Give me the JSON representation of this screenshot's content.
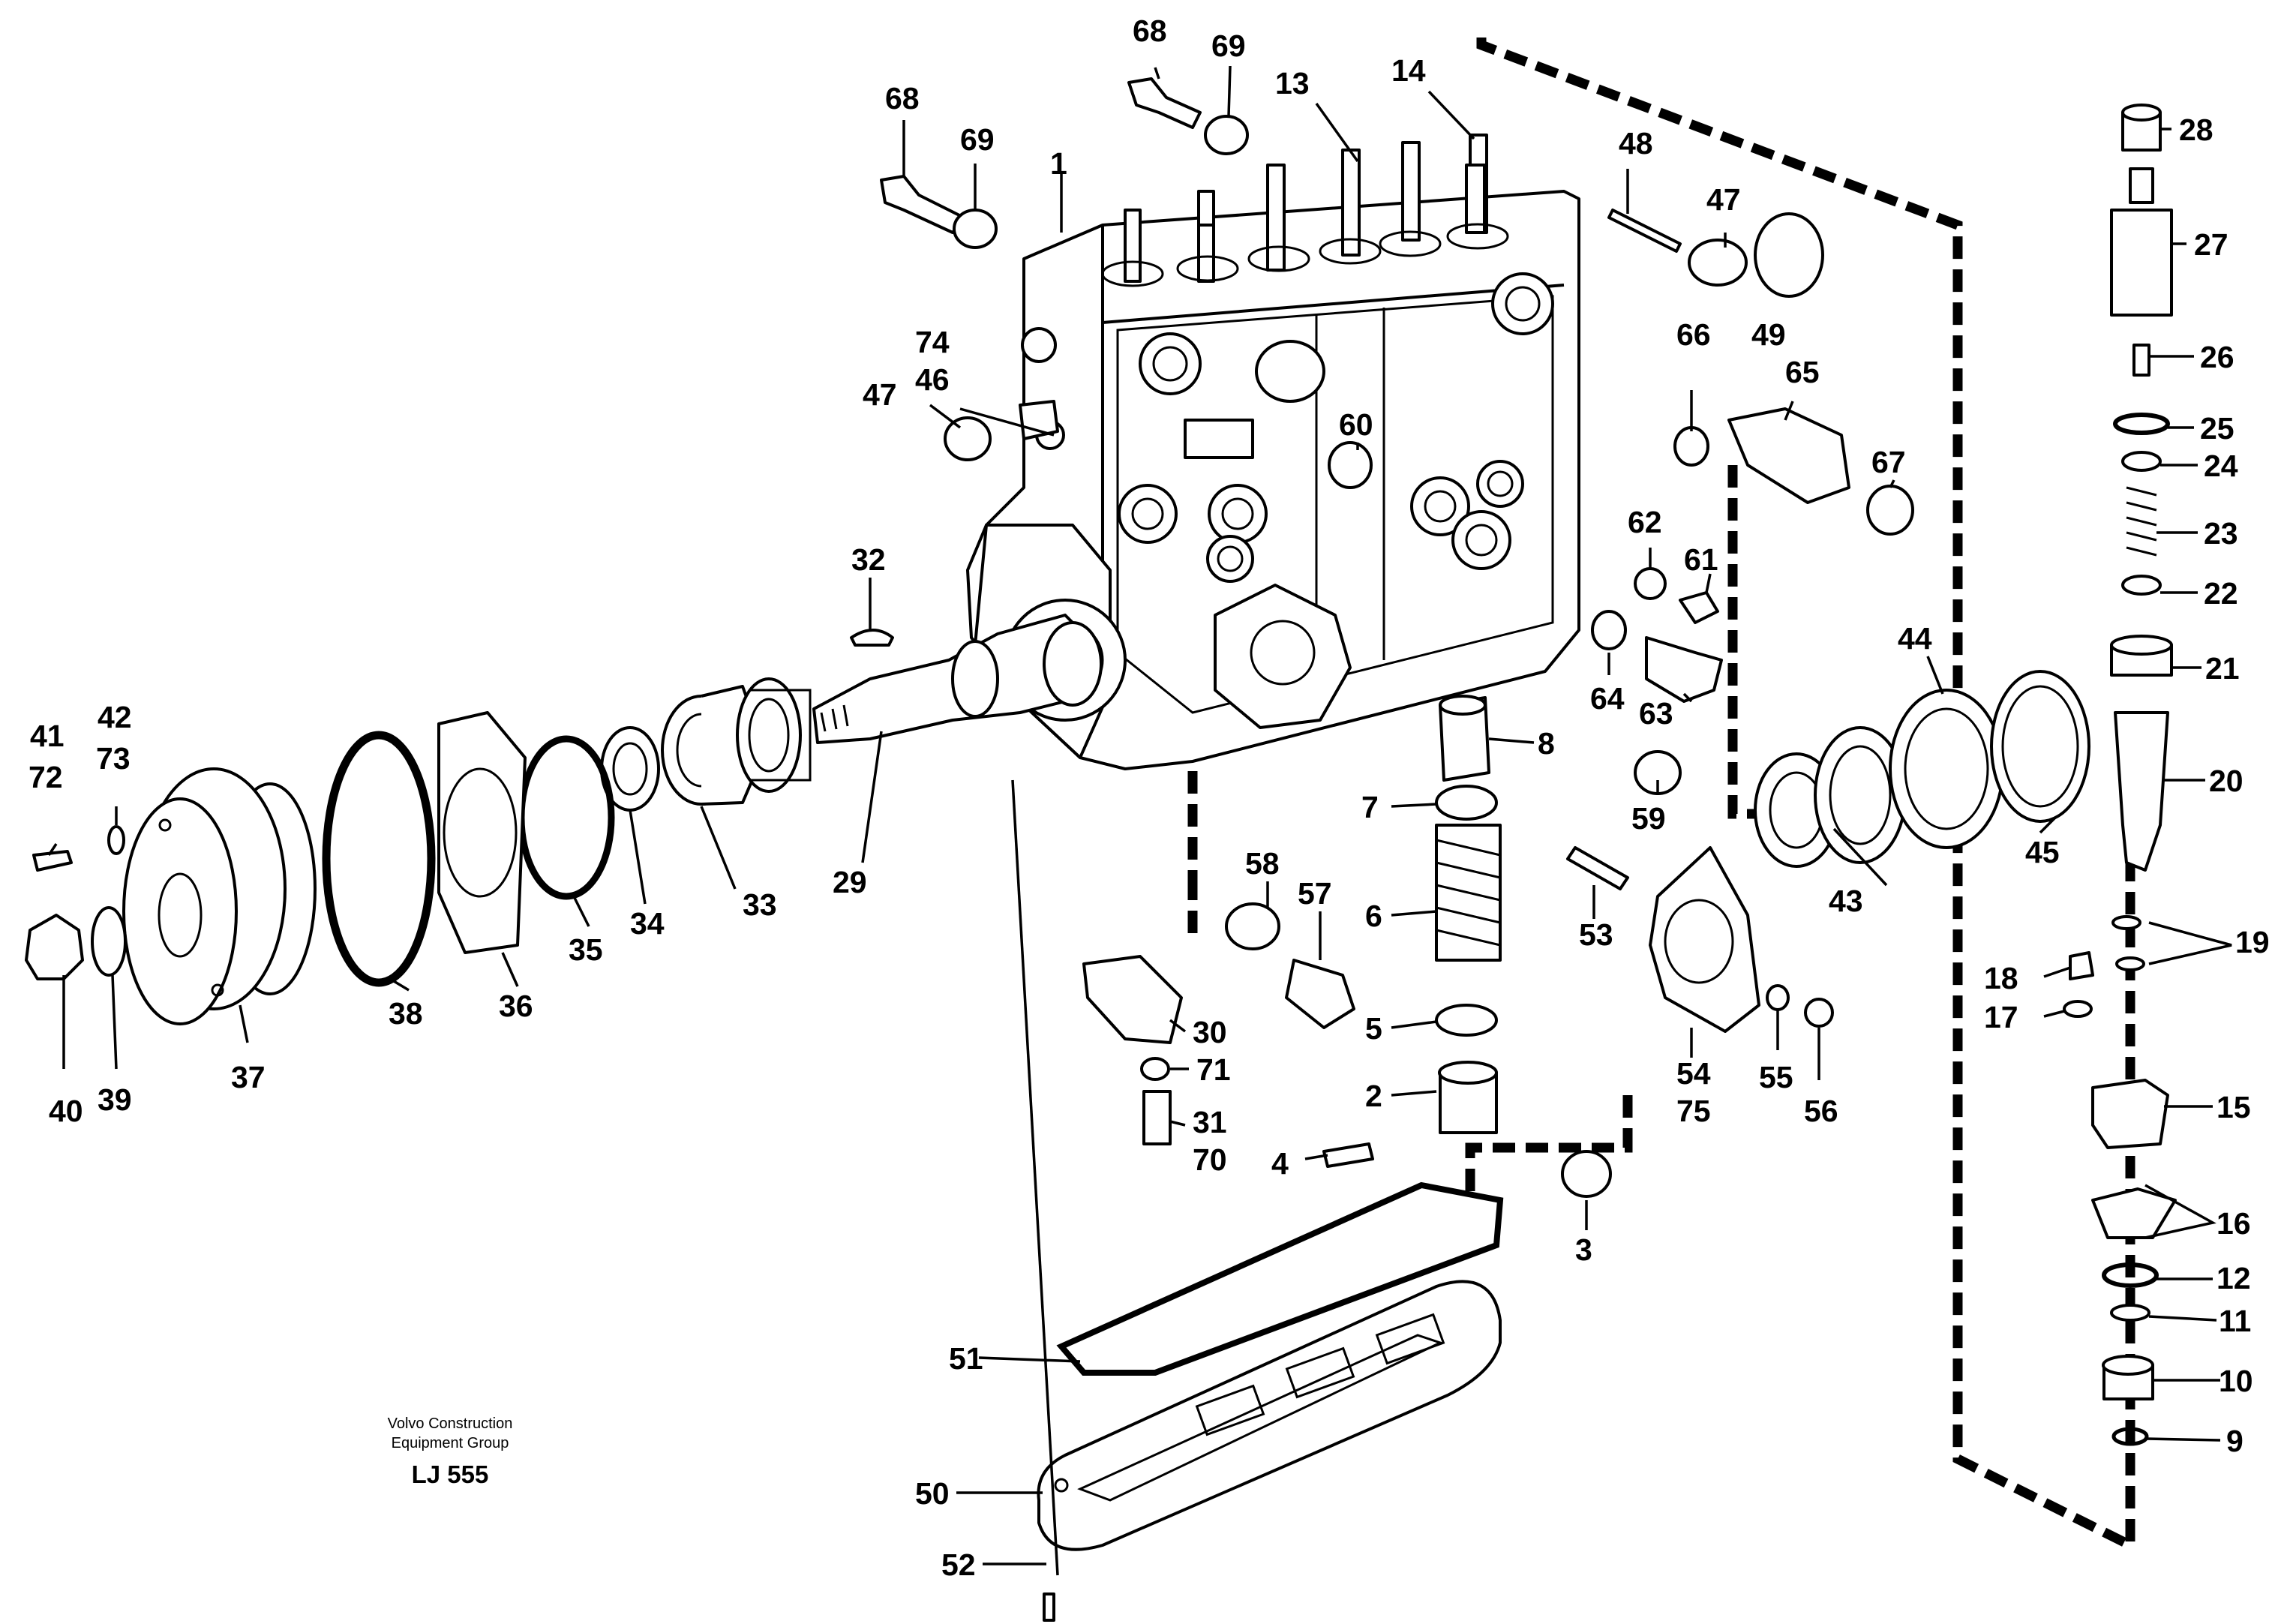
{
  "figure": {
    "credit_line1": "Volvo Construction",
    "credit_line2": "Equipment Group",
    "code": "LJ 555"
  },
  "callouts": [
    {
      "id": "c1",
      "text": "1"
    },
    {
      "id": "c2",
      "text": "2"
    },
    {
      "id": "c3",
      "text": "3"
    },
    {
      "id": "c4",
      "text": "4"
    },
    {
      "id": "c5",
      "text": "5"
    },
    {
      "id": "c6",
      "text": "6"
    },
    {
      "id": "c7",
      "text": "7"
    },
    {
      "id": "c8",
      "text": "8"
    },
    {
      "id": "c9",
      "text": "9"
    },
    {
      "id": "c10",
      "text": "10"
    },
    {
      "id": "c11",
      "text": "11"
    },
    {
      "id": "c12",
      "text": "12"
    },
    {
      "id": "c13",
      "text": "13"
    },
    {
      "id": "c14",
      "text": "14"
    },
    {
      "id": "c15",
      "text": "15"
    },
    {
      "id": "c16",
      "text": "16"
    },
    {
      "id": "c17",
      "text": "17"
    },
    {
      "id": "c18",
      "text": "18"
    },
    {
      "id": "c19",
      "text": "19"
    },
    {
      "id": "c20",
      "text": "20"
    },
    {
      "id": "c21",
      "text": "21"
    },
    {
      "id": "c22",
      "text": "22"
    },
    {
      "id": "c23",
      "text": "23"
    },
    {
      "id": "c24",
      "text": "24"
    },
    {
      "id": "c25",
      "text": "25"
    },
    {
      "id": "c26",
      "text": "26"
    },
    {
      "id": "c27",
      "text": "27"
    },
    {
      "id": "c28",
      "text": "28"
    },
    {
      "id": "c29",
      "text": "29"
    },
    {
      "id": "c30",
      "text": "30"
    },
    {
      "id": "c31",
      "text": "31"
    },
    {
      "id": "c70",
      "text": "70"
    },
    {
      "id": "c71",
      "text": "71"
    },
    {
      "id": "c32",
      "text": "32"
    },
    {
      "id": "c33",
      "text": "33"
    },
    {
      "id": "c34",
      "text": "34"
    },
    {
      "id": "c35",
      "text": "35"
    },
    {
      "id": "c36",
      "text": "36"
    },
    {
      "id": "c37",
      "text": "37"
    },
    {
      "id": "c38",
      "text": "38"
    },
    {
      "id": "c39",
      "text": "39"
    },
    {
      "id": "c40",
      "text": "40"
    },
    {
      "id": "c41",
      "text": "41"
    },
    {
      "id": "c72",
      "text": "72"
    },
    {
      "id": "c42",
      "text": "42"
    },
    {
      "id": "c73",
      "text": "73"
    },
    {
      "id": "c43",
      "text": "43"
    },
    {
      "id": "c44",
      "text": "44"
    },
    {
      "id": "c45",
      "text": "45"
    },
    {
      "id": "c46",
      "text": "46"
    },
    {
      "id": "c74",
      "text": "74"
    },
    {
      "id": "c47a",
      "text": "47"
    },
    {
      "id": "c47b",
      "text": "47"
    },
    {
      "id": "c48",
      "text": "48"
    },
    {
      "id": "c49",
      "text": "49"
    },
    {
      "id": "c50",
      "text": "50"
    },
    {
      "id": "c51",
      "text": "51"
    },
    {
      "id": "c52",
      "text": "52"
    },
    {
      "id": "c53",
      "text": "53"
    },
    {
      "id": "c54",
      "text": "54"
    },
    {
      "id": "c75",
      "text": "75"
    },
    {
      "id": "c55",
      "text": "55"
    },
    {
      "id": "c56",
      "text": "56"
    },
    {
      "id": "c57",
      "text": "57"
    },
    {
      "id": "c58",
      "text": "58"
    },
    {
      "id": "c59",
      "text": "59"
    },
    {
      "id": "c60",
      "text": "60"
    },
    {
      "id": "c61",
      "text": "61"
    },
    {
      "id": "c62",
      "text": "62"
    },
    {
      "id": "c63",
      "text": "63"
    },
    {
      "id": "c64",
      "text": "64"
    },
    {
      "id": "c65",
      "text": "65"
    },
    {
      "id": "c66",
      "text": "66"
    },
    {
      "id": "c67",
      "text": "67"
    },
    {
      "id": "c68a",
      "text": "68"
    },
    {
      "id": "c68b",
      "text": "68"
    },
    {
      "id": "c69a",
      "text": "69"
    },
    {
      "id": "c69b",
      "text": "69"
    }
  ]
}
